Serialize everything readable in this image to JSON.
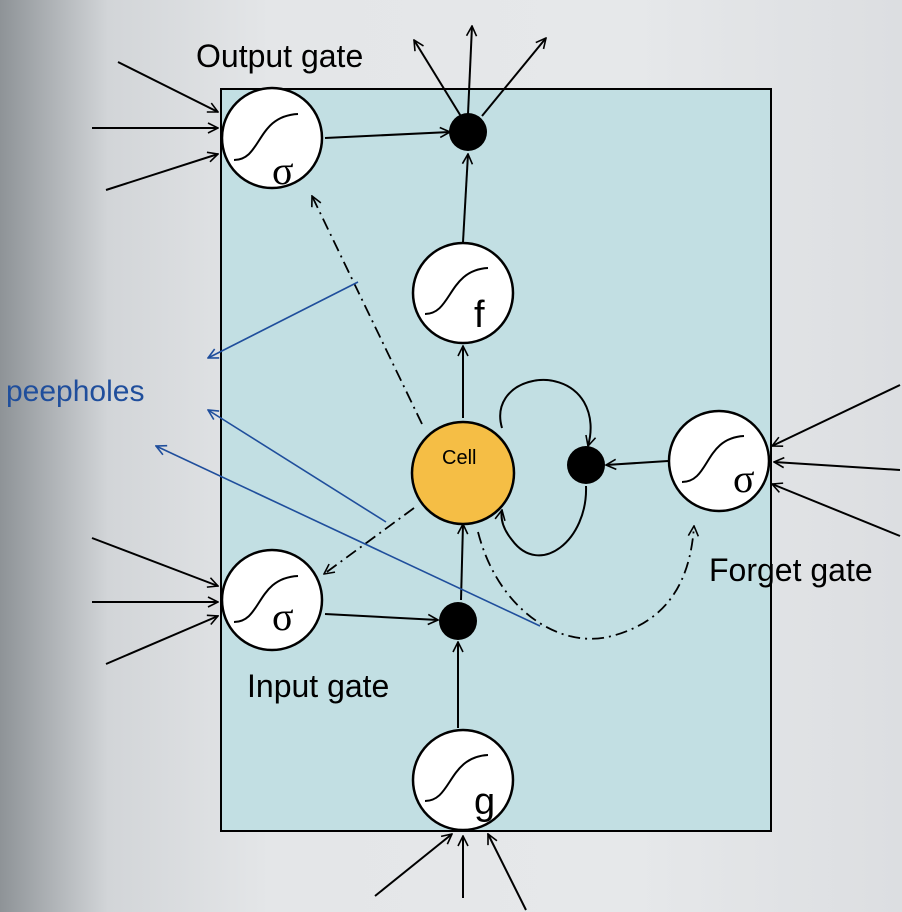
{
  "labels": {
    "output_gate": "Output gate",
    "input_gate": "Input gate",
    "forget_gate": "Forget gate",
    "peepholes": "peepholes",
    "cell": "Cell"
  },
  "symbols": {
    "output_gate": "σ",
    "input_gate": "σ",
    "forget_gate": "σ",
    "output_squash": "f",
    "input_squash": "g"
  },
  "colors": {
    "block_fill": "#c2dfe3",
    "cell_fill": "#f5be45",
    "peephole_blue": "#1f4e9c",
    "gate_fill": "#ffffff"
  }
}
